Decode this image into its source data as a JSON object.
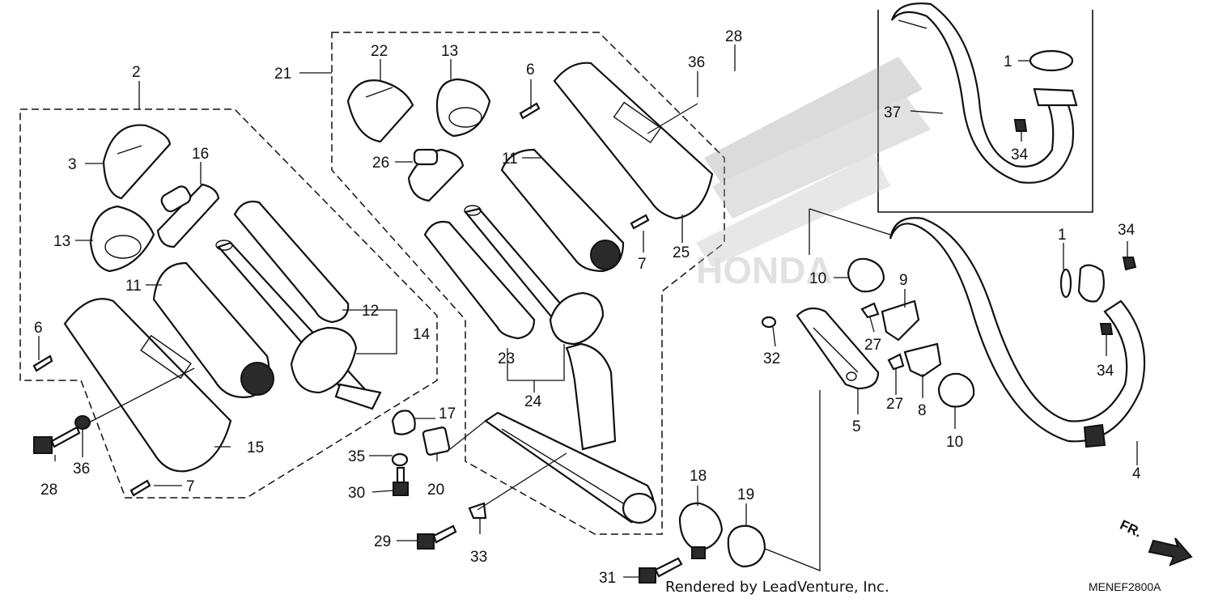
{
  "diagram": {
    "callouts": {
      "c1a": "1",
      "c1b": "1",
      "c2": "2",
      "c3": "3",
      "c4": "4",
      "c5": "5",
      "c6a": "6",
      "c6b": "6",
      "c7a": "7",
      "c7b": "7",
      "c8": "8",
      "c9": "9",
      "c10a": "10",
      "c10b": "10",
      "c11a": "11",
      "c11b": "11",
      "c12": "12",
      "c13a": "13",
      "c13b": "13",
      "c14": "14",
      "c15": "15",
      "c16": "16",
      "c17": "17",
      "c18": "18",
      "c19": "19",
      "c20": "20",
      "c21": "21",
      "c22": "22",
      "c23": "23",
      "c24": "24",
      "c25": "25",
      "c26": "26",
      "c27a": "27",
      "c27b": "27",
      "c28a": "28",
      "c28b": "28",
      "c29": "29",
      "c30": "30",
      "c31": "31",
      "c32": "32",
      "c33": "33",
      "c34a": "34",
      "c34b": "34",
      "c34c": "34",
      "c35": "35",
      "c36a": "36",
      "c36b": "36",
      "c37": "37"
    },
    "footer_credit": "Rendered by LeadVenture, Inc.",
    "diagram_code": "MENEF2800A",
    "direction_label": "FR."
  }
}
